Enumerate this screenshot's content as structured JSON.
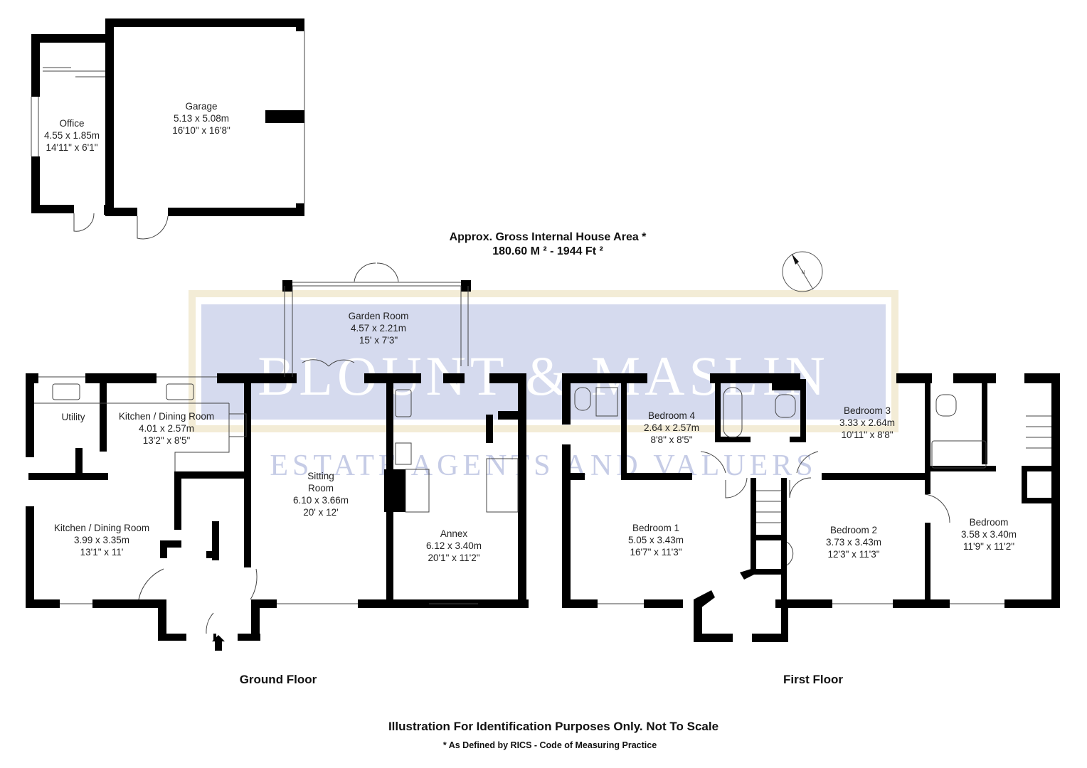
{
  "header": {
    "area_title": "Approx. Gross Internal House Area *",
    "area_value": "180.60 M ² - 1944 Ft ²"
  },
  "watermark": {
    "brand": "BLOUNT & MASLIN",
    "tagline": "ESTATE AGENTS AND VALUERS",
    "colors": {
      "outer": "#f3ecd6",
      "inner": "#d5daee",
      "tagline": "#c6cce6"
    }
  },
  "compass": {
    "label": "N"
  },
  "outbuildings": {
    "rooms": [
      {
        "name": "Office",
        "metric": "4.55 x 1.85m",
        "imperial": "14'11\" x 6'1\""
      },
      {
        "name": "Garage",
        "metric": "5.13 x 5.08m",
        "imperial": "16'10\" x 16'8\""
      }
    ]
  },
  "ground_floor": {
    "title": "Ground Floor",
    "rooms": [
      {
        "name": "Garden Room",
        "metric": "4.57 x 2.21m",
        "imperial": "15' x 7'3\""
      },
      {
        "name": "Utility",
        "metric": "",
        "imperial": ""
      },
      {
        "name": "Kitchen / Dining Room",
        "metric": "4.01 x 2.57m",
        "imperial": "13'2\" x 8'5\""
      },
      {
        "name": "Kitchen / Dining Room",
        "metric": "3.99 x 3.35m",
        "imperial": "13'1\" x 11'"
      },
      {
        "name": "Sitting Room",
        "name_line1": "Sitting",
        "name_line2": "Room",
        "metric": "6.10 x 3.66m",
        "imperial": "20' x 12'"
      },
      {
        "name": "Annex",
        "metric": "6.12 x 3.40m",
        "imperial": "20'1\" x 11'2\""
      }
    ]
  },
  "first_floor": {
    "title": "First Floor",
    "rooms": [
      {
        "name": "Bedroom 4",
        "metric": "2.64 x 2.57m",
        "imperial": "8'8\" x 8'5\""
      },
      {
        "name": "Bedroom 3",
        "metric": "3.33 x 2.64m",
        "imperial": "10'11\" x 8'8\""
      },
      {
        "name": "Bedroom 1",
        "metric": "5.05 x 3.43m",
        "imperial": "16'7\" x 11'3\""
      },
      {
        "name": "Bedroom 2",
        "metric": "3.73 x 3.43m",
        "imperial": "12'3\" x 11'3\""
      },
      {
        "name": "Bedroom",
        "metric": "3.58 x 3.40m",
        "imperial": "11'9\" x 11'2\""
      }
    ]
  },
  "footer": {
    "disclaimer": "Illustration For Identification Purposes Only. Not To Scale",
    "note": "* As Defined by RICS - Code of Measuring Practice"
  }
}
